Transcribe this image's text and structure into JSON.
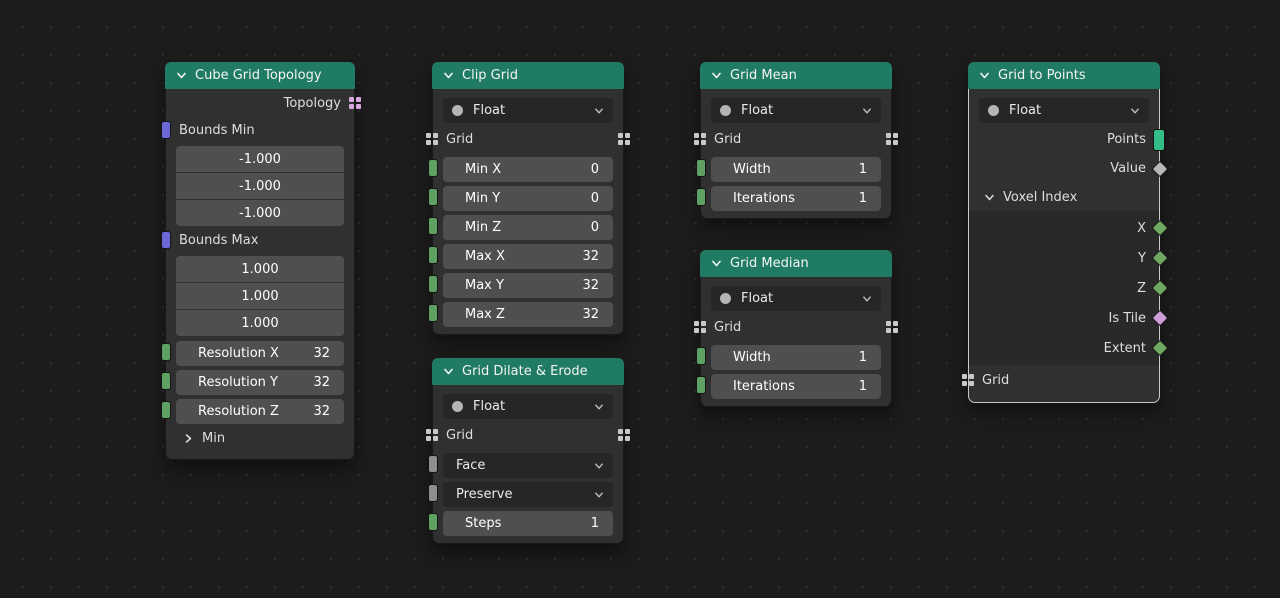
{
  "colors": {
    "header_green": "#1f7b63",
    "node_body": "#303030",
    "canvas_bg": "#1c1c1c",
    "socket_vector": "#6d68d8",
    "socket_integer": "#5fa163",
    "socket_geometry": "#34bd87",
    "socket_menu_gray": "#8e8e8e",
    "socket_field_gray": "#b8b8b8",
    "socket_field_green": "#6fa862",
    "socket_field_boolean": "#cd9fd9",
    "grid_socket_gray": "#c9c9c9",
    "grid_socket_topology": "#d9a6dd"
  },
  "nodes": [
    {
      "title": "Cube Grid Topology",
      "output_label": "Topology",
      "bounds_min_label": "Bounds Min",
      "bounds_min_values": [
        "-1.000",
        "-1.000",
        "-1.000"
      ],
      "bounds_max_label": "Bounds Max",
      "bounds_max_values": [
        "1.000",
        "1.000",
        "1.000"
      ],
      "fields": [
        {
          "label": "Resolution X",
          "value": "32"
        },
        {
          "label": "Resolution Y",
          "value": "32"
        },
        {
          "label": "Resolution Z",
          "value": "32"
        }
      ],
      "panel_label": "Min"
    },
    {
      "title": "Clip Grid",
      "data_type": "Float",
      "grid_label": "Grid",
      "fields": [
        {
          "label": "Min X",
          "value": "0"
        },
        {
          "label": "Min Y",
          "value": "0"
        },
        {
          "label": "Min Z",
          "value": "0"
        },
        {
          "label": "Max X",
          "value": "32"
        },
        {
          "label": "Max Y",
          "value": "32"
        },
        {
          "label": "Max Z",
          "value": "32"
        }
      ]
    },
    {
      "title": "Grid Dilate & Erode",
      "data_type": "Float",
      "grid_label": "Grid",
      "menus": [
        {
          "value": "Face"
        },
        {
          "value": "Preserve"
        }
      ],
      "fields": [
        {
          "label": "Steps",
          "value": "1"
        }
      ]
    },
    {
      "title": "Grid Mean",
      "data_type": "Float",
      "grid_label": "Grid",
      "fields": [
        {
          "label": "Width",
          "value": "1"
        },
        {
          "label": "Iterations",
          "value": "1"
        }
      ]
    },
    {
      "title": "Grid Median",
      "data_type": "Float",
      "grid_label": "Grid",
      "fields": [
        {
          "label": "Width",
          "value": "1"
        },
        {
          "label": "Iterations",
          "value": "1"
        }
      ]
    },
    {
      "title": "Grid to Points",
      "data_type": "Float",
      "outputs": [
        {
          "label": "Points"
        },
        {
          "label": "Value"
        }
      ],
      "panel_label": "Voxel Index",
      "panel_outputs": [
        {
          "label": "X"
        },
        {
          "label": "Y"
        },
        {
          "label": "Z"
        },
        {
          "label": "Is Tile"
        },
        {
          "label": "Extent"
        }
      ],
      "input_label": "Grid"
    }
  ]
}
